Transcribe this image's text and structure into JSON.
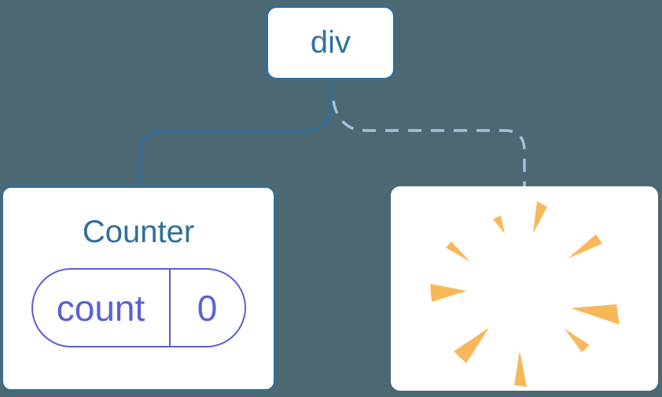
{
  "page": {
    "background": "#4C6872",
    "description": "component-tree-diagram"
  },
  "colors": {
    "canvas_bg": "#4C6872",
    "card_bg": "#FFFFFF",
    "node_border": "#2E6F9E",
    "edge_solid": "#2E6F9E",
    "edge_dashed": "#A0C3DC",
    "title_blue": "#2E6F9E",
    "state_purple": "#5B5FD6",
    "burst_orange": "#F8B85A"
  },
  "tree": {
    "root": {
      "label": "div"
    },
    "counter": {
      "title": "Counter",
      "state_key": "count",
      "state_value": "0"
    },
    "removed": {
      "icon": "poof-burst"
    }
  },
  "edges": [
    {
      "from": "div",
      "to": "counter",
      "style": "solid"
    },
    {
      "from": "div",
      "to": "removed",
      "style": "dashed"
    }
  ]
}
